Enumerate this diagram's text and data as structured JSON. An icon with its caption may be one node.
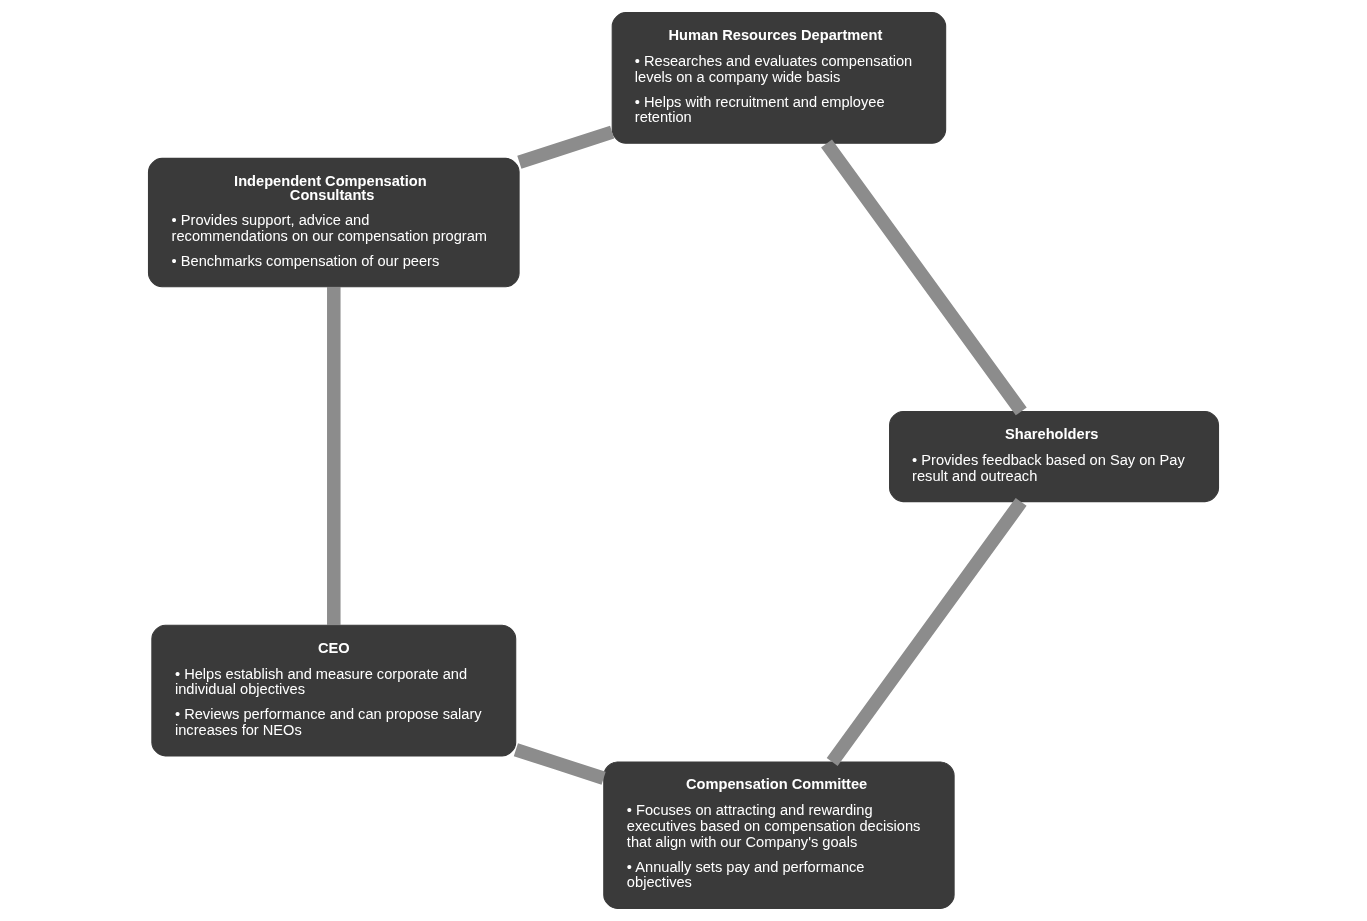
{
  "diagram": {
    "nodes": [
      {
        "text": [
          "Compensation Committee",
          "• Focuses on attracting and rewarding executives based on compensation decisions that align with our Company's goals",
          "• Annually sets pay and performance objectives"
        ]
      },
      {
        "text": [
          "Shareholders",
          "• Provides feedback based on Say on Pay result and outreach"
        ]
      },
      {
        "text": [
          "CEO",
          "• Helps establish and measure corporate and individual objectives",
          "• Reviews performance and can propose salary increases for NEOs"
        ]
      },
      {
        "text": [
          "Human Resources Department",
          "• Researches and evaluates compensation levels on a company wide basis",
          "• Helps with recruitment and employee retention"
        ]
      },
      {
        "text": [
          "Independent Compensation Consultants",
          "• Provides support, advice and recommendations on our compensation program",
          "• Benchmarks compensation of our peers"
        ]
      }
    ],
    "edges": [
      {
        "from": 0,
        "to": 2,
        "arrow": "none"
      },
      {
        "from": 2,
        "to": 4,
        "arrow": "none"
      },
      {
        "from": 4,
        "to": 3,
        "arrow": "none"
      },
      {
        "from": 3,
        "to": 1,
        "arrow": "none"
      },
      {
        "from": 1,
        "to": 0,
        "arrow": "none"
      }
    ]
  }
}
